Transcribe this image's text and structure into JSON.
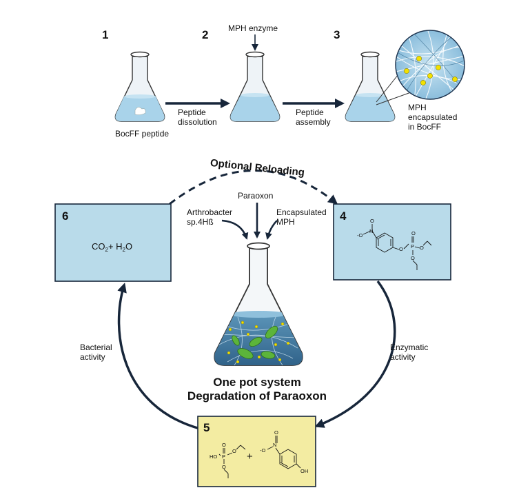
{
  "steps": {
    "s1": "1",
    "s2": "2",
    "s3": "3",
    "s4": "4",
    "s5": "5",
    "s6": "6"
  },
  "labels": {
    "mph_enzyme": "MPH enzyme",
    "bocff_peptide": "BocFF peptide",
    "peptide_dissolution_1": "Peptide",
    "peptide_dissolution_2": "dissolution",
    "peptide_assembly_1": "Peptide",
    "peptide_assembly_2": "assembly",
    "mph_encap_1": "MPH",
    "mph_encap_2": "encapsulated",
    "mph_encap_3": "in BocFF",
    "optional_reloading": "Optional Reloading",
    "paraoxon": "Paraoxon",
    "arthrobacter_1": "Arthrobacter",
    "arthrobacter_2": "sp.4Hß",
    "encapsulated_1": "Encapsulated",
    "encapsulated_2": "MPH",
    "co2": "CO",
    "co2_sub": "2",
    "plus_h": "+ H",
    "h2o_sub": "2",
    "h2o_o": "O",
    "bacterial_1": "Bacterial",
    "bacterial_2": "activity",
    "enzymatic_1": "Enzymatic",
    "enzymatic_2": "activity",
    "one_pot_1": "One pot system",
    "one_pot_2": "Degradation of Paraoxon"
  },
  "chem": {
    "o": "O",
    "n_plus": "N",
    "o_minus": "-O",
    "p": "P",
    "ho": "HO",
    "oh": "OH",
    "plus": "+"
  },
  "colors": {
    "box_blue": "#b9dbea",
    "box_yellow": "#f3eca2",
    "liquid_blue": "#a9d3ea",
    "arrow_dark": "#17263a",
    "bacteria_green": "#5cb43a",
    "particle_yellow": "#f3e100"
  }
}
